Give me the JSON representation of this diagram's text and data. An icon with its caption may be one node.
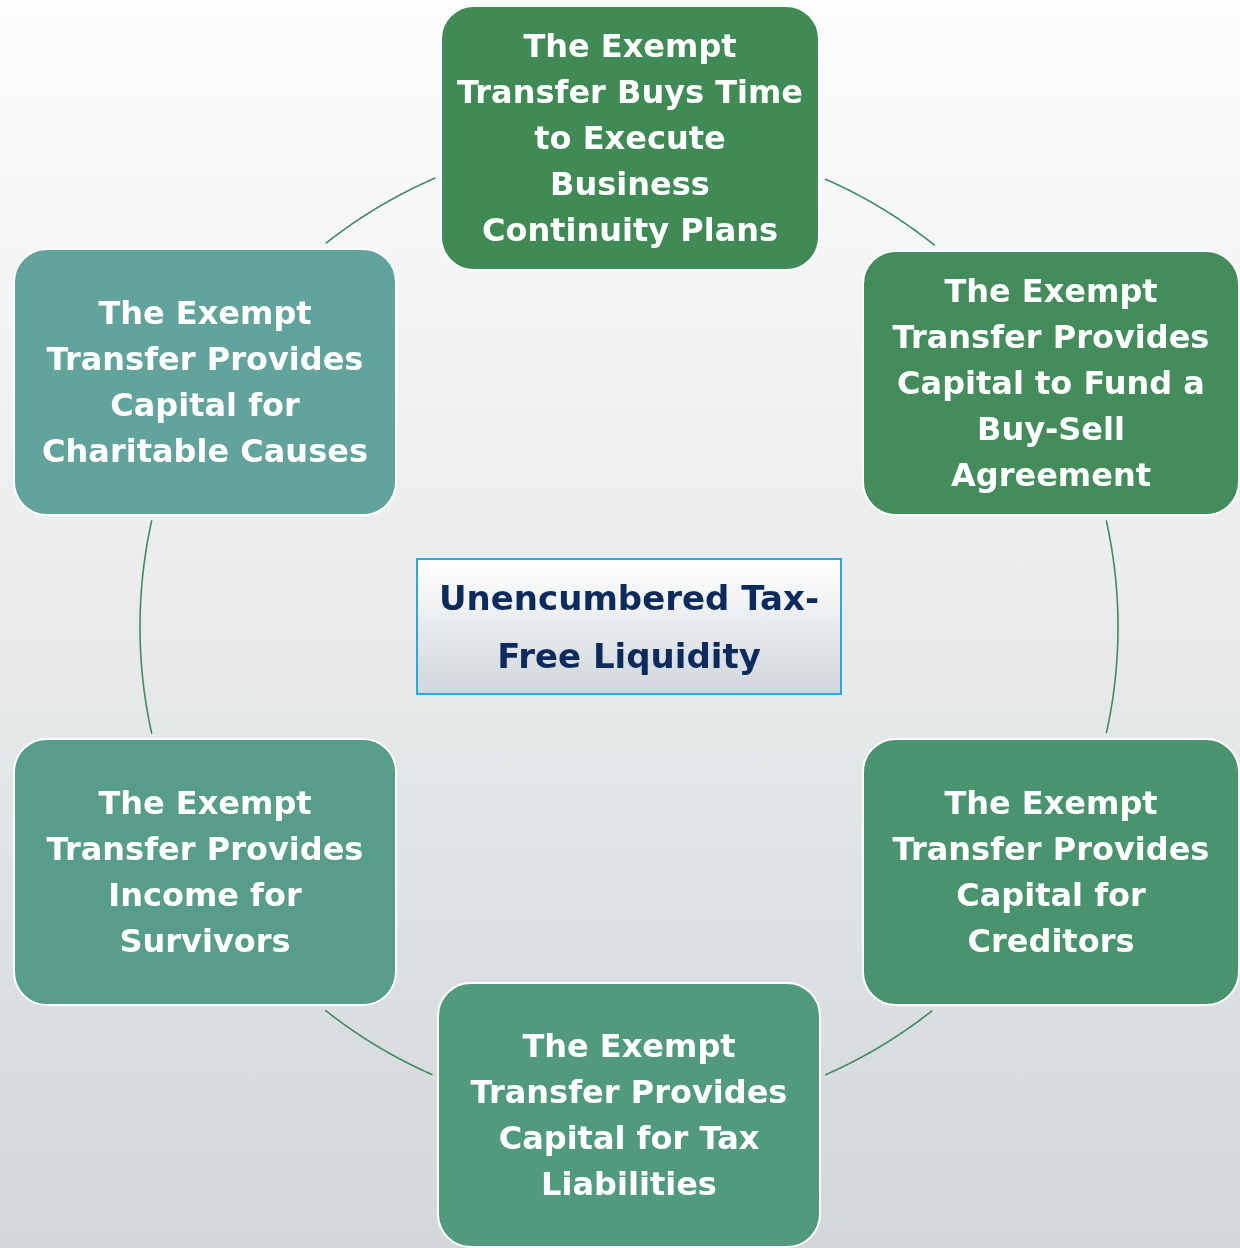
{
  "diagram": {
    "nodes": [
      {
        "text": [
          "The Exempt Transfer Buys Time to Execute Business Continuity Plans"
        ]
      },
      {
        "text": [
          "The Exempt Transfer Provides Capital for Charitable Causes"
        ]
      },
      {
        "text": [
          "The Exempt Transfer Provides Capital to Fund a Buy-Sell Agreement"
        ]
      },
      {
        "text": [
          "Unencumbered Tax-Free Liquidity"
        ]
      },
      {
        "text": [
          "The Exempt Transfer Provides Income for Survivors"
        ]
      },
      {
        "text": [
          "The Exempt Transfer Provides Capital for Creditors"
        ]
      },
      {
        "text": [
          "The Exempt Transfer Provides Capital for Tax Liabilities"
        ]
      }
    ],
    "edges": [
      {
        "from": 0,
        "to": 2,
        "arrow": "none"
      },
      {
        "from": 2,
        "to": 5,
        "arrow": "none"
      },
      {
        "from": 5,
        "to": 6,
        "arrow": "none"
      },
      {
        "from": 6,
        "to": 4,
        "arrow": "none"
      },
      {
        "from": 4,
        "to": 1,
        "arrow": "none"
      },
      {
        "from": 1,
        "to": 0,
        "arrow": "none"
      }
    ]
  }
}
